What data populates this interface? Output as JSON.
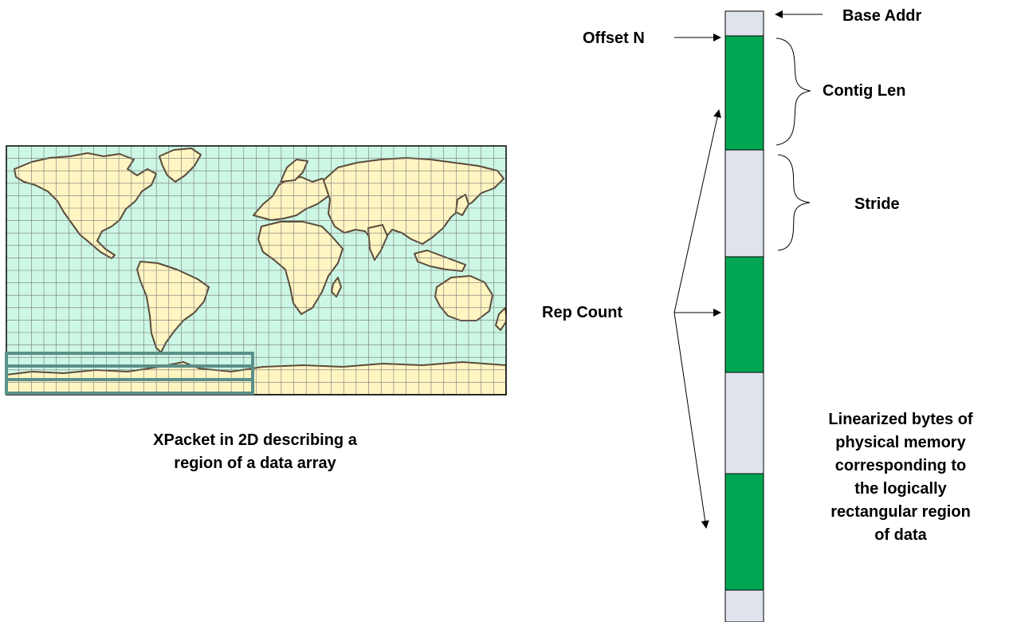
{
  "map_caption": {
    "lines": [
      "XPacket in 2D describing a",
      "region of a data array"
    ]
  },
  "memory": {
    "labels": {
      "base_addr": "Base Addr",
      "offset_n": "Offset N",
      "contig_len": "Contig Len",
      "stride": "Stride",
      "rep_count": "Rep Count"
    },
    "description_lines": [
      "Linearized bytes of",
      "physical memory",
      "corresponding to",
      "the logically",
      "rectangular region",
      "of data"
    ],
    "segments": [
      "gap",
      "contig",
      "gap",
      "contig",
      "gap",
      "contig",
      "gap"
    ]
  },
  "colors": {
    "ocean": "#ccf7e4",
    "land": "#fff5c2",
    "coast": "#5a4a3a",
    "grid": "#777777",
    "contig_fill": "#00a651",
    "gap_fill": "#dfe3ec",
    "region_box": "#5b8f8a"
  }
}
